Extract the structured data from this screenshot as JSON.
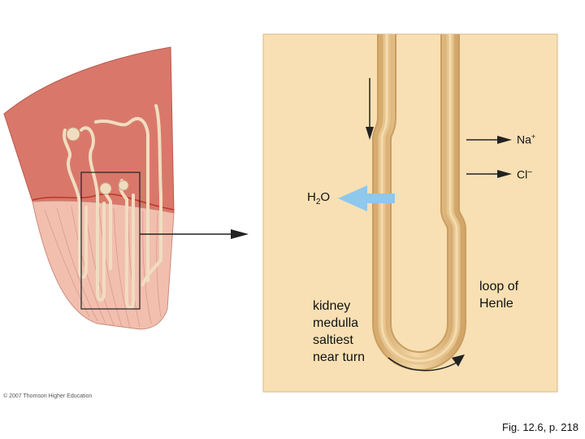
{
  "labels": {
    "sodium_base": "Na",
    "sodium_sup": "+",
    "chloride": "Cl",
    "chloride_sup": "–",
    "water_h": "H",
    "water_sub": "2",
    "water_o": "O",
    "medulla_note": [
      "kidney",
      "medulla",
      "saltiest",
      "near turn"
    ],
    "loop_label": [
      "loop of",
      "Henle"
    ],
    "copyright": "© 2007 Thomson Higher Education",
    "figure_ref": "Fig. 12.6, p. 218"
  },
  "colors": {
    "panel_bg": "#f8e0b4",
    "tubule_fill": "#e8c48e",
    "tubule_edge": "#c99e60",
    "cortex": "#d9786a",
    "medulla": "#f2bfae",
    "water_arrow": "#8ec8ec",
    "arrow_dark": "#222222"
  }
}
